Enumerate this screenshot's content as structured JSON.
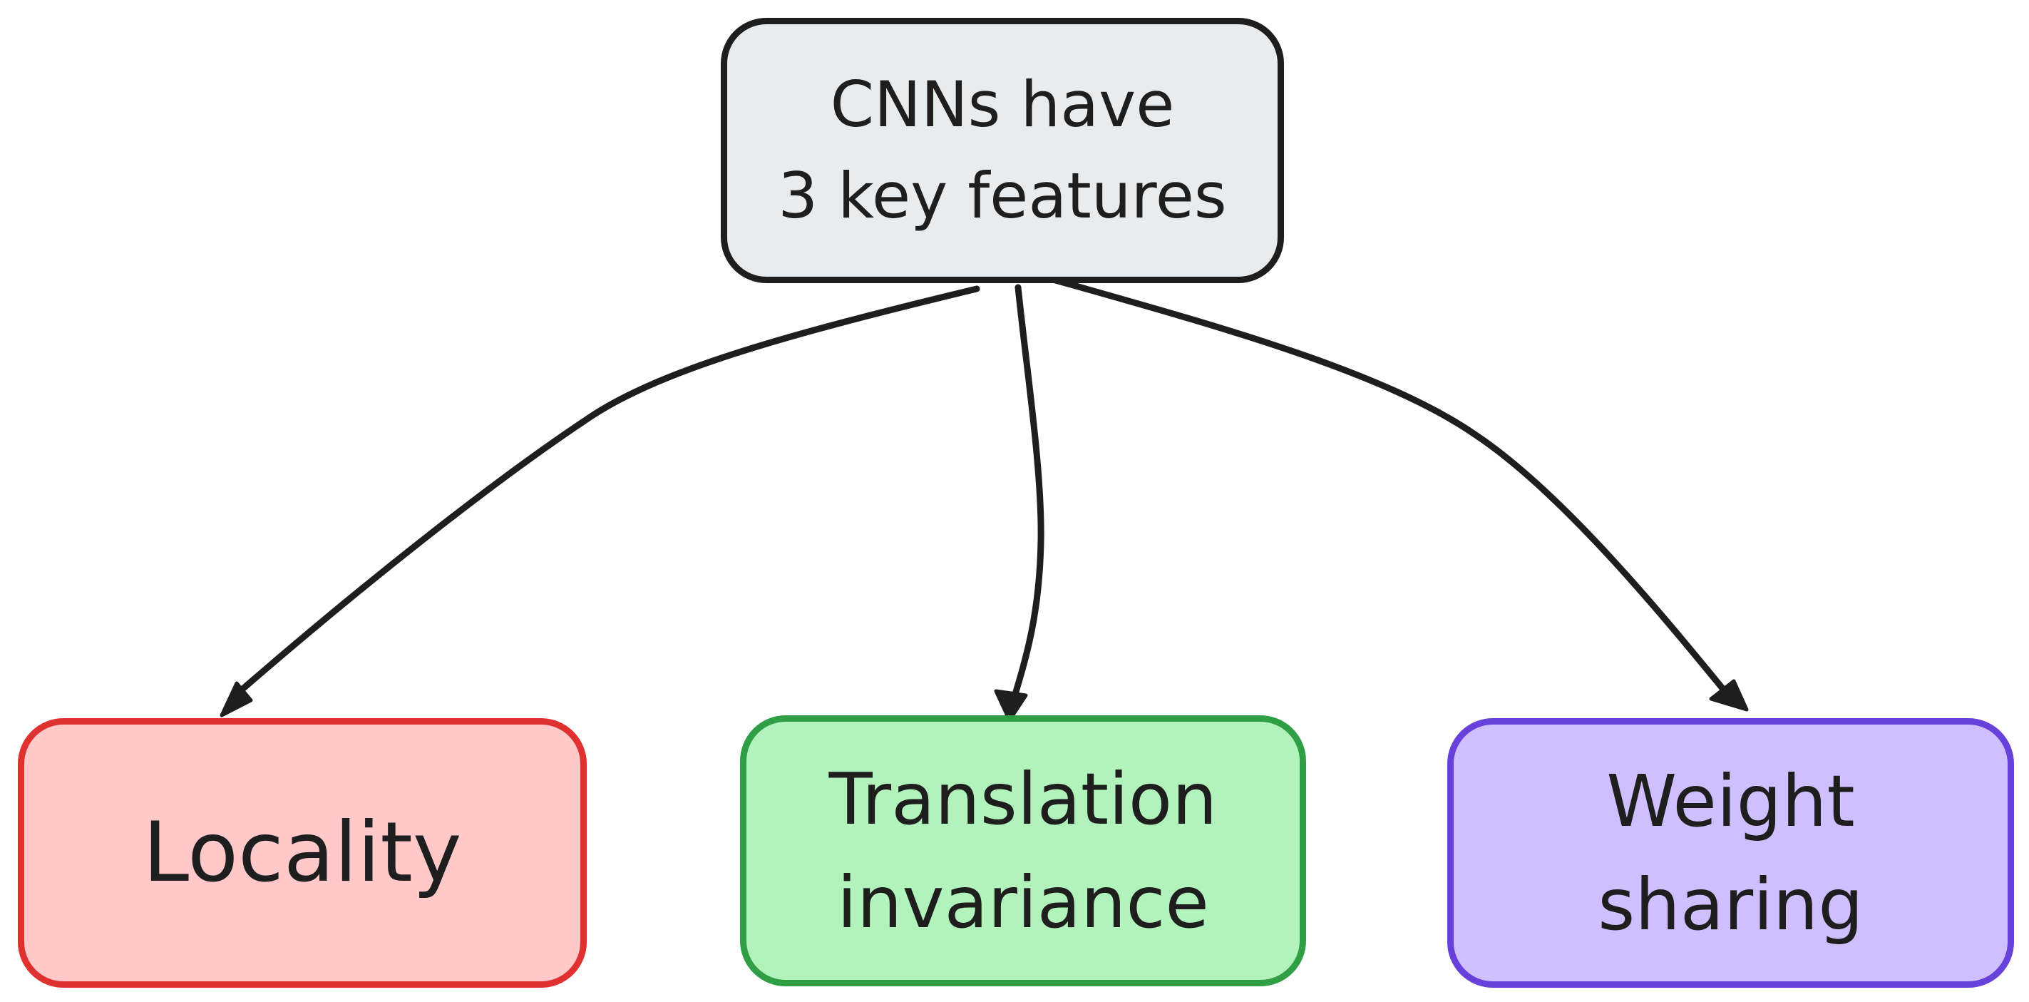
{
  "diagram": {
    "root": {
      "label": "CNNs have\n3 key features",
      "fill": "#e9ecef",
      "stroke": "#1e1e1e"
    },
    "children": [
      {
        "label": "Locality",
        "fill": "#ffc9c9",
        "stroke": "#e03131"
      },
      {
        "label": "Translation\ninvariance",
        "fill": "#b2f2bb",
        "stroke": "#2f9e44"
      },
      {
        "label": "Weight\nsharing",
        "fill": "#d0bfff",
        "stroke": "#6741d9"
      }
    ],
    "edges": [
      {
        "from": "root",
        "to": "Locality"
      },
      {
        "from": "root",
        "to": "Translation\ninvariance"
      },
      {
        "from": "root",
        "to": "Weight\nsharing"
      }
    ],
    "edge_color": "#1e1e1e"
  }
}
